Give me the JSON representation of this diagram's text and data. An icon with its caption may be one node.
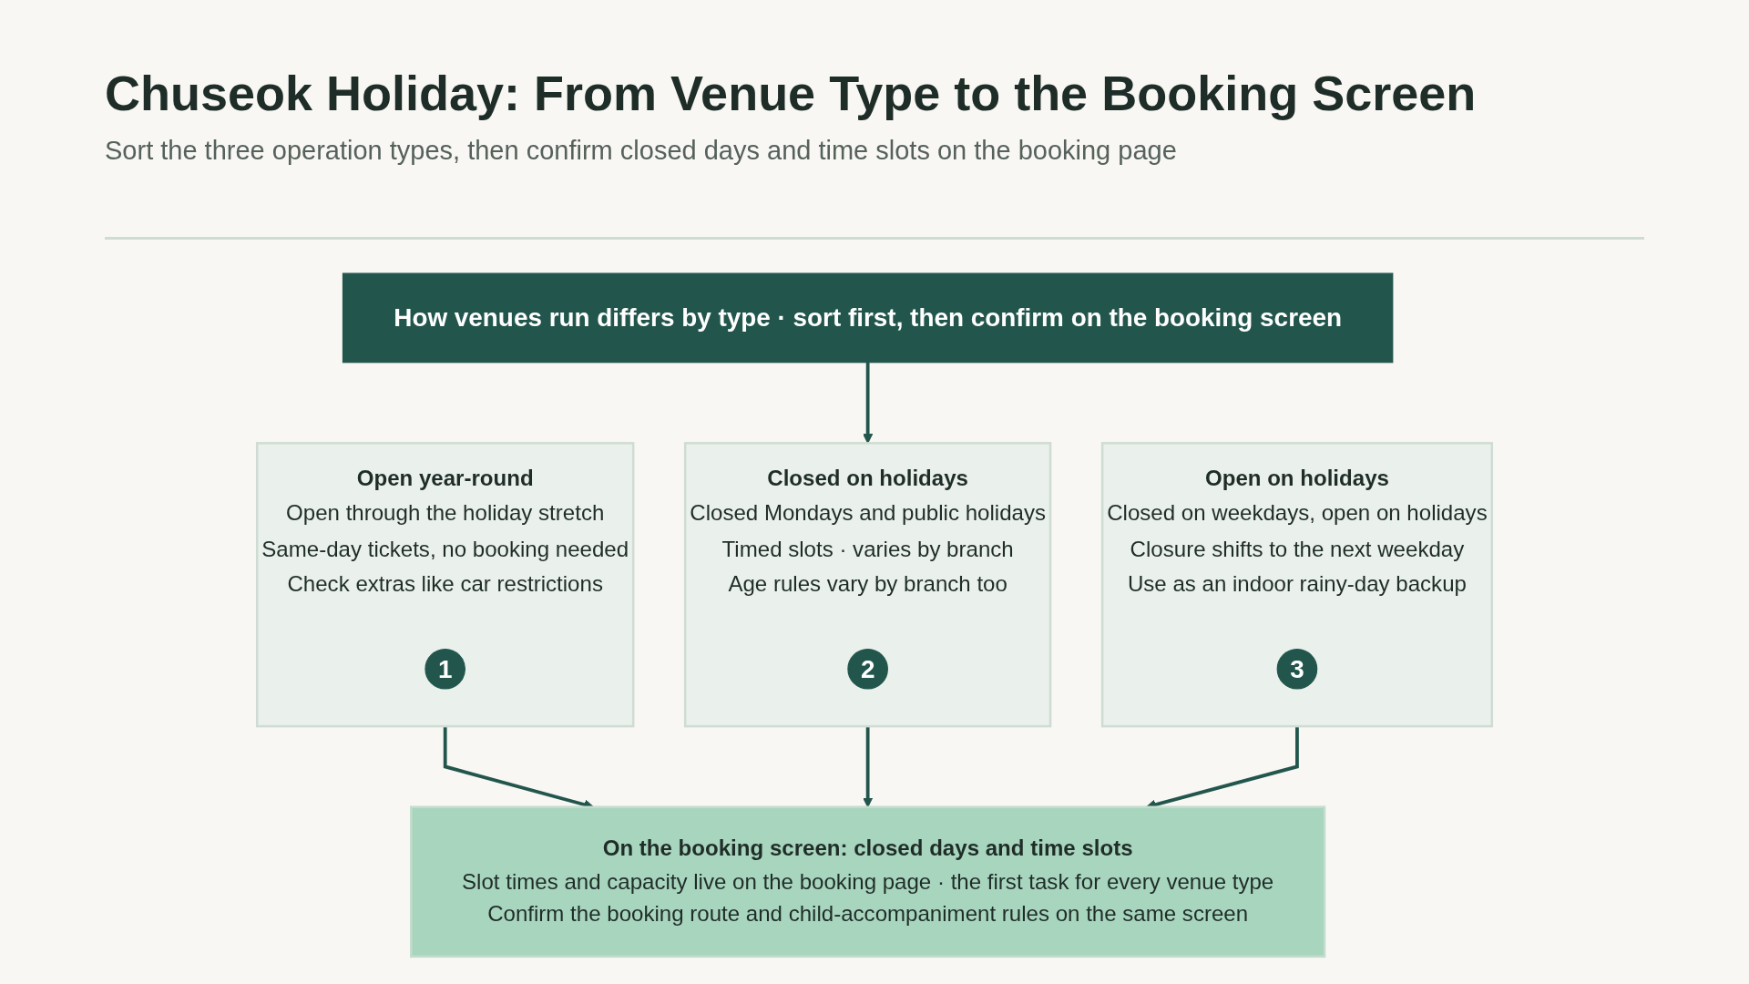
{
  "diagram": {
    "title": "Chuseok Holiday: From Venue Type to the Booking Screen",
    "nodes": [
      {
        "text": [
          "How venues run differs by type · sort first, then confirm on the booking screen"
        ]
      },
      {
        "text": [
          "Open year-round",
          "Open through the holiday stretch",
          "Same-day tickets, no booking needed",
          "Check extras like car restrictions"
        ]
      },
      {
        "text": [
          "1"
        ],
        "in": 1
      },
      {
        "text": [
          "Closed on holidays",
          "Closed Mondays and public holidays",
          "Timed slots · varies by branch",
          "Age rules vary by branch too"
        ]
      },
      {
        "text": [
          "2"
        ],
        "in": 3
      },
      {
        "text": [
          "Open on holidays",
          "Closed on weekdays, open on holidays",
          "Closure shifts to the next weekday",
          "Use as an indoor rainy-day backup"
        ]
      },
      {
        "text": [
          "3"
        ],
        "in": 5
      },
      {
        "text": [
          "On the booking screen: closed days and time slots",
          "Slot times and capacity live on the booking page · the first task for every venue type",
          "Confirm the booking route and child-accompaniment rules on the same screen"
        ]
      }
    ],
    "edges": [
      {
        "from": 0,
        "to": 3,
        "arrow": "to"
      },
      {
        "from": 1,
        "to": 7,
        "arrow": "to"
      },
      {
        "from": 3,
        "to": 7,
        "arrow": "to"
      },
      {
        "from": 5,
        "to": 7,
        "arrow": "to"
      }
    ],
    "labels": [
      "Sort the three operation types, then confirm closed days and time slots on the booking page"
    ]
  }
}
